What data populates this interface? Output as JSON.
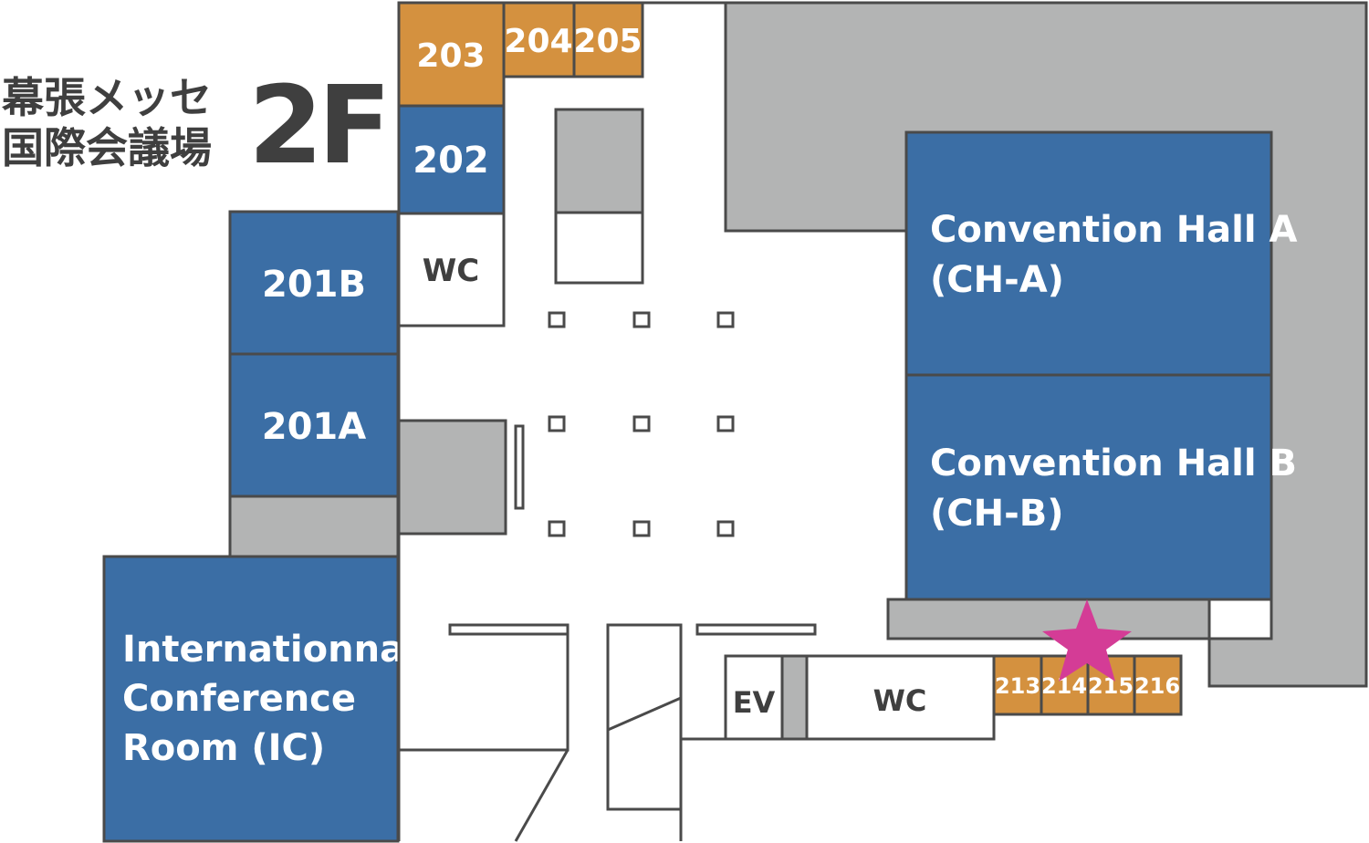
{
  "venue": {
    "name_line1": "幕張メッセ",
    "name_line2": "国際会議場",
    "floor": "2F"
  },
  "rooms": {
    "r203": "203",
    "r204": "204",
    "r205": "205",
    "r202": "202",
    "r201b": "201B",
    "r201a": "201A",
    "wc_upper": "WC",
    "wc_lower": "WC",
    "ev": "EV",
    "ic_line1": "Internationnal",
    "ic_line2": "Conference",
    "ic_line3": "Room (IC)",
    "cha_line1": "Convention Hall A",
    "cha_line2": "(CH-A)",
    "chb_line1": "Convention Hall B",
    "chb_line2": "(CH-B)",
    "r213": "213",
    "r214": "214",
    "r215": "215",
    "r216": "216"
  },
  "colors": {
    "room_blue": "#3b6ea5",
    "room_orange": "#d4913f",
    "area_gray": "#b3b4b4",
    "marker_magenta": "#d43c96"
  },
  "marker": {
    "icon": "star-icon",
    "location": "214/215"
  }
}
